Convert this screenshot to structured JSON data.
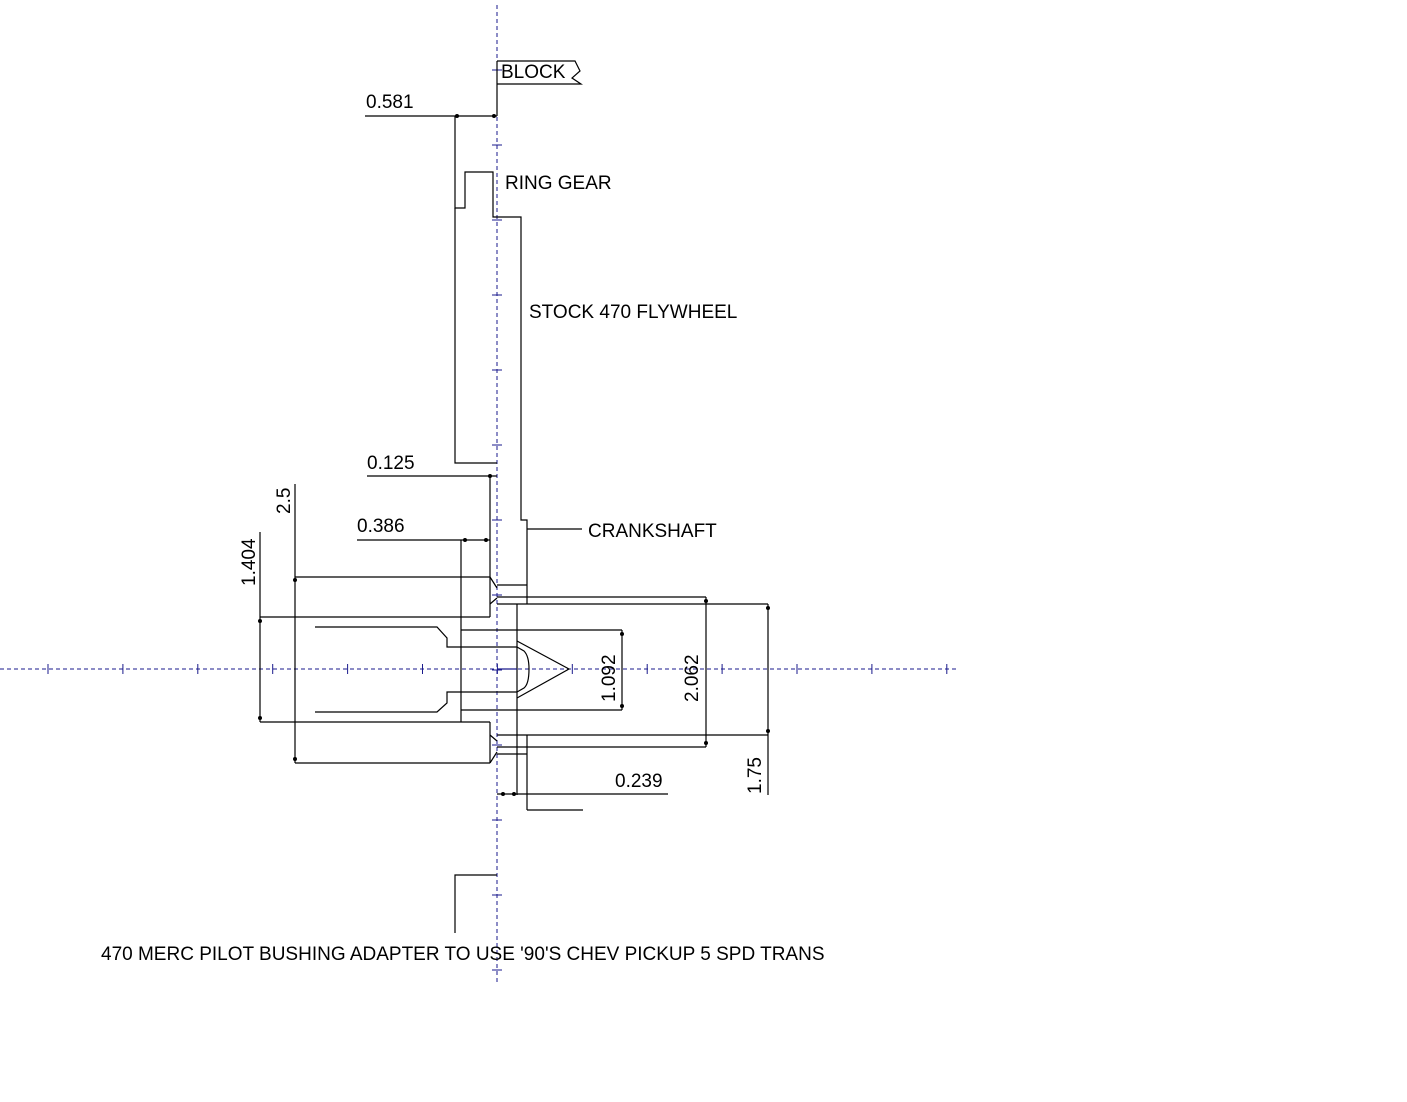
{
  "title": "470 MERC PILOT BUSHING ADAPTER TO USE '90'S CHEV PICKUP 5 SPD TRANS",
  "labels": {
    "block": "BLOCK",
    "ring_gear": "RING GEAR",
    "flywheel": "STOCK 470 FLYWHEEL",
    "crankshaft": "CRANKSHAFT"
  },
  "dimensions": {
    "d0581": "0.581",
    "d0125": "0.125",
    "d0386": "0.386",
    "d25": "2.5",
    "d1404": "1.404",
    "d1092": "1.092",
    "d2062": "2.062",
    "d175": "1.75",
    "d0239": "0.239"
  },
  "colors": {
    "centerline": "#1a1a8c",
    "lines": "#000000"
  }
}
